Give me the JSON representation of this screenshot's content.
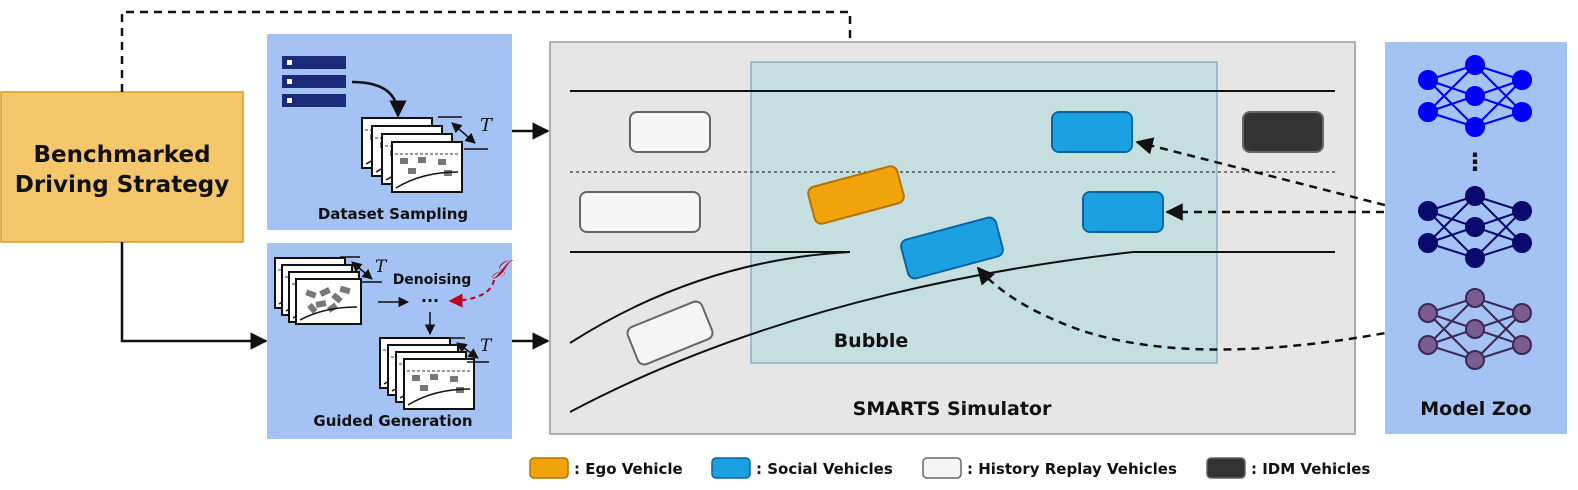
{
  "strategy": {
    "line1": "Benchmarked",
    "line2": "Driving Strategy"
  },
  "dataset_sampling": {
    "label": "Dataset Sampling",
    "symbol": "T"
  },
  "guided_generation": {
    "label": "Guided Generation",
    "denoising": "Denoising",
    "ellipsis": "···",
    "symbol": "T",
    "guidance_symbol": "𝒥"
  },
  "simulator": {
    "label": "SMARTS Simulator",
    "bubble_label": "Bubble"
  },
  "model_zoo": {
    "label": "Model Zoo",
    "dots": "⋮"
  },
  "legend": {
    "ego": ": Ego Vehicle",
    "social": ": Social Vehicles",
    "history": ": History Replay Vehicles",
    "idm": ": IDM Vehicles"
  },
  "colors": {
    "ego": "#f0a30a",
    "social": "#1ba1e2",
    "history": "#f5f5f5",
    "idm": "#333333",
    "strategy_box": "#f5c76b",
    "blue_panel": "#a4c2f4",
    "sim_bg": "#e6e6e6",
    "bubble": "#b7dbdd",
    "net_blue": "#0000ff",
    "net_navy": "#0a0a6e",
    "net_purple": "#7a5c8f",
    "guidance": "#c0001a"
  }
}
